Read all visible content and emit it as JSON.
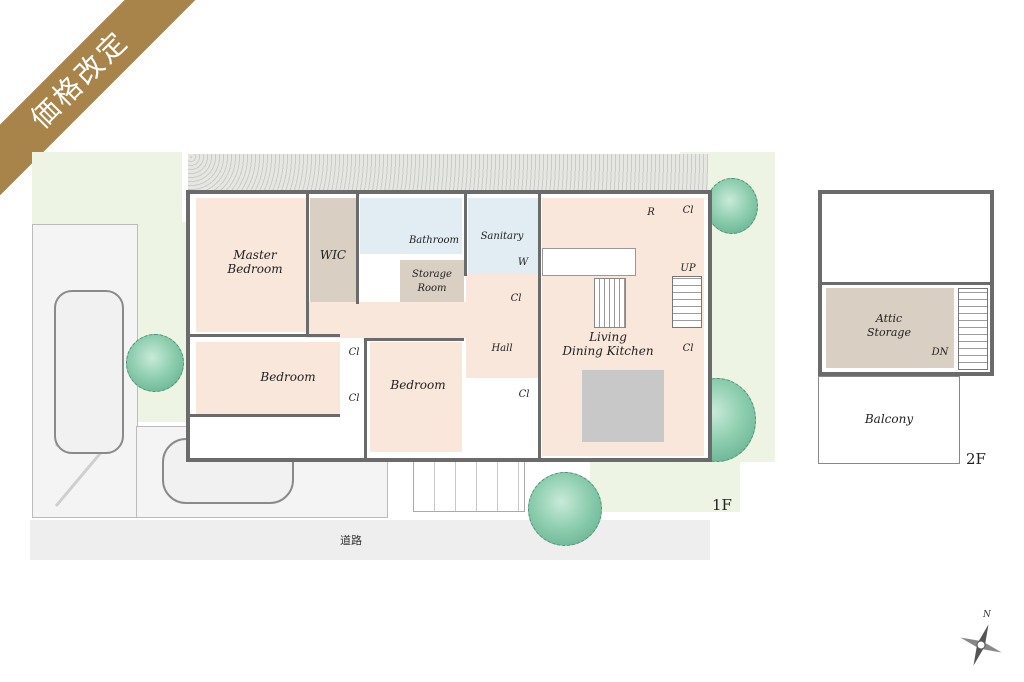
{
  "badge": {
    "text": "価格改定",
    "color": "#a8844a"
  },
  "floor_labels": {
    "first": "1F",
    "second": "2F"
  },
  "road_label": "道路",
  "rooms_1f": {
    "master_bedroom": "Master\nBedroom",
    "wic": "WIC",
    "bathroom": "Bathroom",
    "sanitary": "Sanitary",
    "w": "W",
    "r": "R",
    "storage_room": "Storage\nRoom",
    "cl_a": "Cl",
    "cl_b": "Cl",
    "cl_c": "Cl",
    "cl_d": "Cl",
    "cl_e": "Cl",
    "cl_f": "Cl",
    "up": "UP",
    "hall": "Hall",
    "living": "Living\nDining Kitchen",
    "bedroom_west": "Bedroom",
    "bedroom_center": "Bedroom"
  },
  "rooms_2f": {
    "attic_storage": "Attic\nStorage",
    "dn": "DN",
    "balcony": "Balcony"
  },
  "compass": {
    "north_label": "N"
  },
  "colors": {
    "room_private": "#f8e7da",
    "room_wet": "#e2ecf3",
    "room_storage": "#d9cfc2",
    "lawn": "#eef4e4",
    "wall": "#6b6b6b"
  }
}
